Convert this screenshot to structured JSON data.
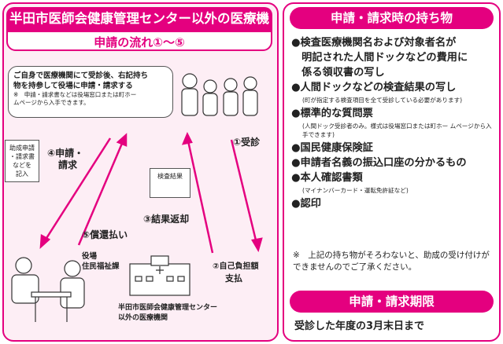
{
  "left_title": "半田市医師会健康管理センター以外の医療機関",
  "left_subtitle": "申請の流れ①～⑤",
  "bubble": {
    "text1": "ご自身で医療機関にて受診後、右記持ち",
    "text2": "物を持参して役場に申請・請求する",
    "note1": "※　申請・請求書などは役場窓口または町ホー",
    "note2": "ムページから入手できます。"
  },
  "steps": {
    "s1": "①受診",
    "s2a": "②自己負担額",
    "s2b": "支払",
    "s3": "③結果返却",
    "s4a": "④申請・",
    "s4b": "請求",
    "s5": "⑤償還払い"
  },
  "form_box": {
    "l1": "助成申請",
    "l2": "・請求書",
    "l3": "などを",
    "l4": "記入"
  },
  "result_paper": "検査結果",
  "office": {
    "l1": "役場",
    "l2": "住民福祉課"
  },
  "hospital": {
    "l1": "半田市医師会健康管理センター",
    "l2": "以外の医療機関"
  },
  "right_title": "申請・請求時の持ち物",
  "items": [
    {
      "text": "●検査医療機関名および対象者名が",
      "sub": ""
    },
    {
      "text": "　明記された人間ドックなどの費用に",
      "sub": ""
    },
    {
      "text": "　係る領収書の写し",
      "sub": ""
    },
    {
      "text": "●人間ドックなどの検査結果の写し",
      "sub": "(町が指定する検査項目を全て受診している必要があります)"
    },
    {
      "text": "●標準的な質問票",
      "sub": "(人間ドック受診者のみ。様式は役場窓口または町ホー ムページから入手できます)"
    },
    {
      "text": "●国民健康保険証",
      "sub": ""
    },
    {
      "text": "●申請者名義の振込口座の分かるもの",
      "sub": ""
    },
    {
      "text": "●本人確認書類",
      "sub": "(マイナンバーカード・運転免許証など)"
    },
    {
      "text": "●認印",
      "sub": ""
    }
  ],
  "items_note": "※　上記の持ち物がそろわないと、助成の受け付けができませんのでご了承ください。",
  "deadline_title": "申請・請求期限",
  "deadline_text": "受診した年度の3月末日まで",
  "colors": {
    "accent": "#e4007f"
  }
}
